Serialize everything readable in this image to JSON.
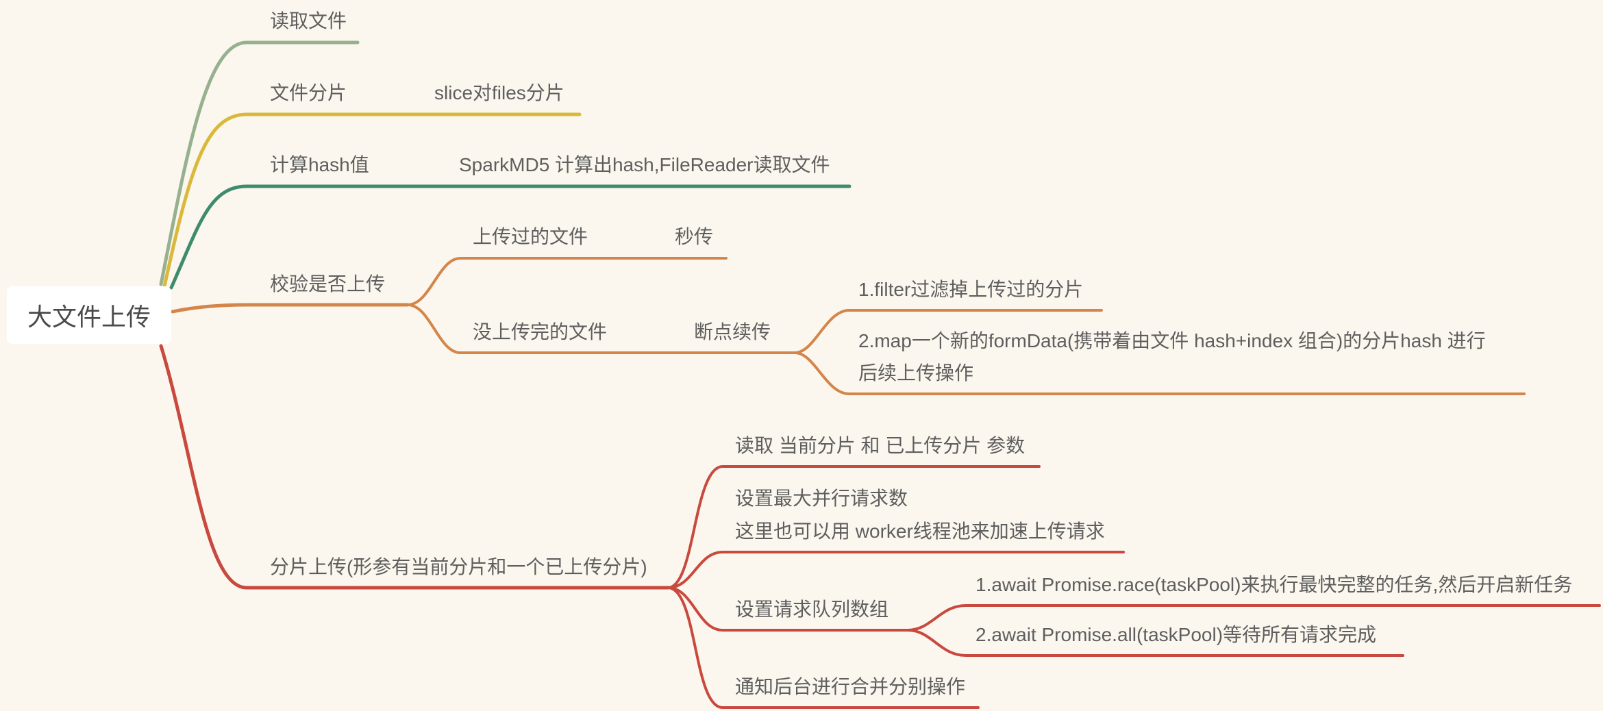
{
  "mindmap": {
    "root": {
      "label": "大文件上传"
    },
    "colors": {
      "background": "#fbf7ee",
      "read_branch": "#97b08f",
      "slice_branch": "#d9b83b",
      "hash_branch": "#3f8c6d",
      "verify_branch": "#d4854a",
      "upload_branch": "#c9493f"
    },
    "branches": {
      "read_file": {
        "label": "读取文件"
      },
      "slice": {
        "label": "文件分片",
        "child": "slice对files分片"
      },
      "hash": {
        "label": "计算hash值",
        "child": "SparkMD5 计算出hash,FileReader读取文件"
      },
      "verify": {
        "label": "校验是否上传",
        "uploaded": {
          "label": "上传过的文件",
          "child": "秒传"
        },
        "not_uploaded": {
          "label": "没上传完的文件",
          "child": "断点续传",
          "steps": [
            "1.filter过滤掉上传过的分片",
            "2.map一个新的formData(携带着由文件 hash+index 组合)的分片hash 进行",
            "后续上传操作"
          ]
        }
      },
      "chunk_upload": {
        "label": "分片上传(形参有当前分片和一个已上传分片)",
        "read_params": "读取 当前分片 和 已上传分片 参数",
        "max_parallel": "设置最大并行请求数",
        "worker_note": "这里也可以用 worker线程池来加速上传请求",
        "queue": {
          "label": "设置请求队列数组",
          "race": "1.await Promise.race(taskPool)来执行最快完整的任务,然后开启新任务",
          "all": "2.await Promise.all(taskPool)等待所有请求完成"
        },
        "notify": "通知后台进行合并分别操作"
      }
    }
  }
}
